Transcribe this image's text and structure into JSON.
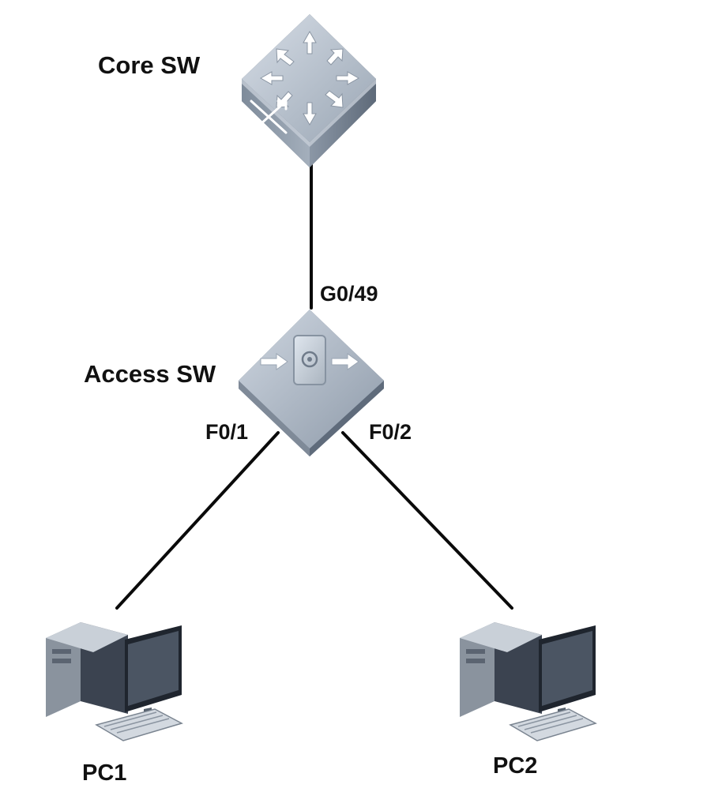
{
  "nodes": {
    "core": {
      "label": "Core SW",
      "icon": "core-switch-icon"
    },
    "access": {
      "label": "Access SW",
      "icon": "access-switch-icon"
    },
    "pc1": {
      "label": "PC1",
      "icon": "pc-icon"
    },
    "pc2": {
      "label": "PC2",
      "icon": "pc-icon"
    }
  },
  "ports": {
    "access_uplink": "G0/49",
    "access_pc1": "F0/1",
    "access_pc2": "F0/2"
  },
  "links": [
    {
      "from": "Core SW",
      "to": "Access SW",
      "port": "G0/49"
    },
    {
      "from": "Access SW",
      "to": "PC1",
      "port": "F0/1"
    },
    {
      "from": "Access SW",
      "to": "PC2",
      "port": "F0/2"
    }
  ],
  "colors": {
    "device_top": "#b9c3cf",
    "device_side": "#6b7888",
    "link": "#0a0a0a",
    "text": "#111111"
  }
}
